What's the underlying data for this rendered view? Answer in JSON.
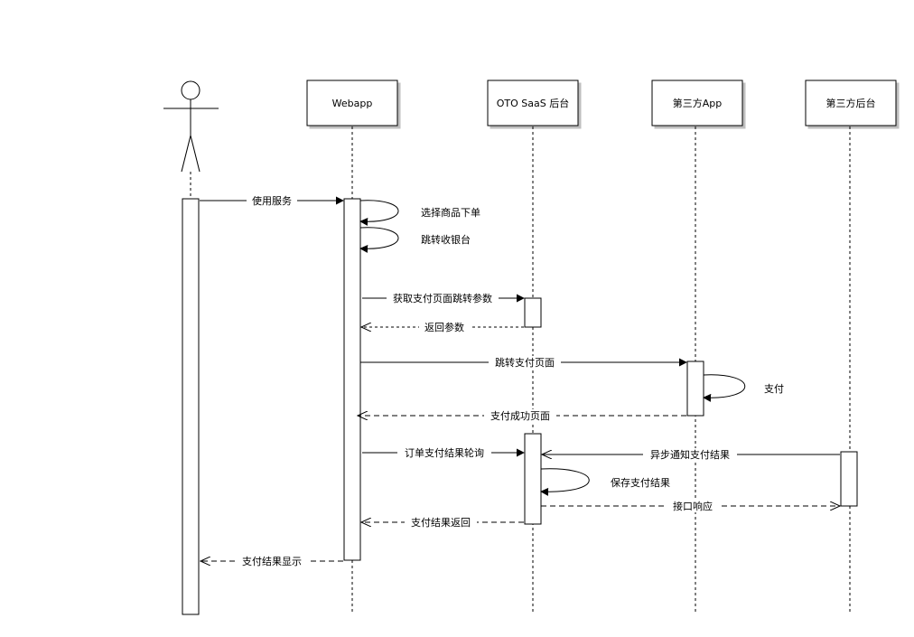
{
  "participants": {
    "actor": "",
    "webapp": "Webapp",
    "saas": "OTO SaaS 后台",
    "app3": "第三方App",
    "backend3": "第三方后台"
  },
  "messages": {
    "m1": "使用服务",
    "m2": "选择商品下单",
    "m3": "跳转收银台",
    "m4": "获取支付页面跳转参数",
    "m5": "返回参数",
    "m6": "跳转支付页面",
    "m7": "支付",
    "m8": "支付成功页面",
    "m9": "订单支付结果轮询",
    "m10": "异步通知支付结果",
    "m11": "保存支付结果",
    "m12": "接口响应",
    "m13": "支付结果返回",
    "m14": "支付结果显示"
  }
}
